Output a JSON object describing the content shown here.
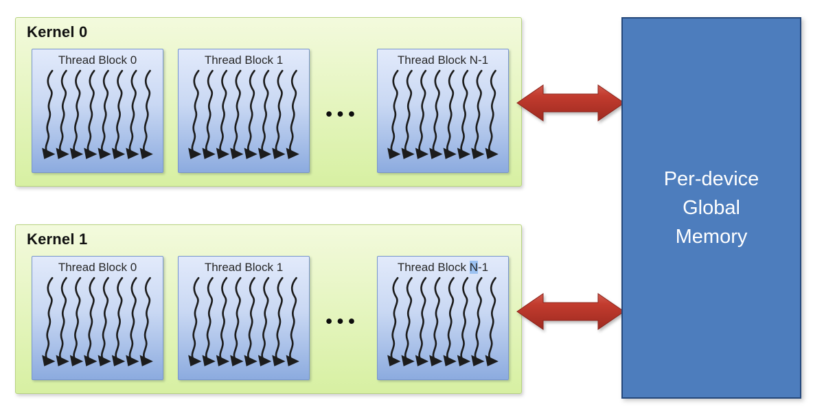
{
  "kernels": [
    {
      "label": "Kernel 0",
      "ellipsis": "•••",
      "blocks": [
        {
          "pre": "Thread Block 0",
          "hl": "",
          "post": ""
        },
        {
          "pre": "Thread Block 1",
          "hl": "",
          "post": ""
        },
        {
          "pre": "Thread Block N-1",
          "hl": "",
          "post": ""
        }
      ]
    },
    {
      "label": "Kernel 1",
      "ellipsis": "•••",
      "blocks": [
        {
          "pre": "Thread Block 0",
          "hl": "",
          "post": ""
        },
        {
          "pre": "Thread Block 1",
          "hl": "",
          "post": ""
        },
        {
          "pre": "Thread Block ",
          "hl": "N",
          "post": "-1"
        }
      ]
    }
  ],
  "memory": {
    "lines": [
      "Per-device",
      "Global",
      "Memory"
    ]
  },
  "threads_per_block": 8,
  "colors": {
    "kernel_fill_top": "#f3fadd",
    "kernel_fill_bottom": "#d7f0a2",
    "kernel_border": "#b7d37f",
    "block_fill_top": "#e2eafb",
    "block_fill_bottom": "#8cabdf",
    "block_border": "#7794cd",
    "memory_fill": "#4d7dbd",
    "memory_border": "#24477a",
    "memory_text": "#ffffff",
    "arrow_red": "#bf362a",
    "thread_stroke": "#1c1c1c",
    "highlight": "#9cc2f2"
  }
}
